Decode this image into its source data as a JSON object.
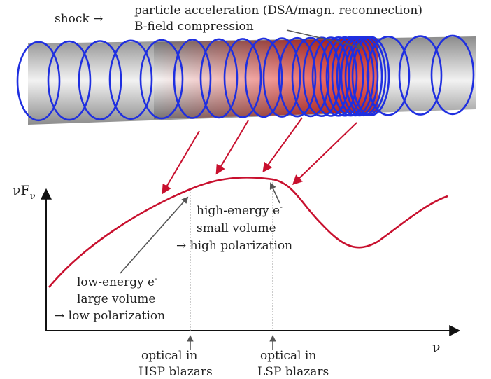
{
  "labels": {
    "shock": "shock →",
    "accel_line1": "particle acceleration (DSA/magn. reconnection)",
    "accel_line2": "B-field compression",
    "yaxis": "νF",
    "yaxis_sub": "ν",
    "xaxis": "ν",
    "high_line1": "high-energy e",
    "high_sup": "-",
    "high_line2": "small volume",
    "high_line3": "→ high polarization",
    "low_line1": "low-energy e",
    "low_sup": "-",
    "low_line2": "large volume",
    "low_line3": "→ low polarization",
    "hsp_line1": "optical in",
    "hsp_line2": "HSP blazars",
    "lsp_line1": "optical in",
    "lsp_line2": "LSP blazars"
  },
  "colors": {
    "helix": "#1f2fe0",
    "curve": "#c8102e",
    "arrow_red": "#c8102e",
    "arrow_gray": "#555555",
    "axis": "#111111",
    "jet_gray": "#bfbfbf",
    "jet_red": "#e8362e"
  }
}
